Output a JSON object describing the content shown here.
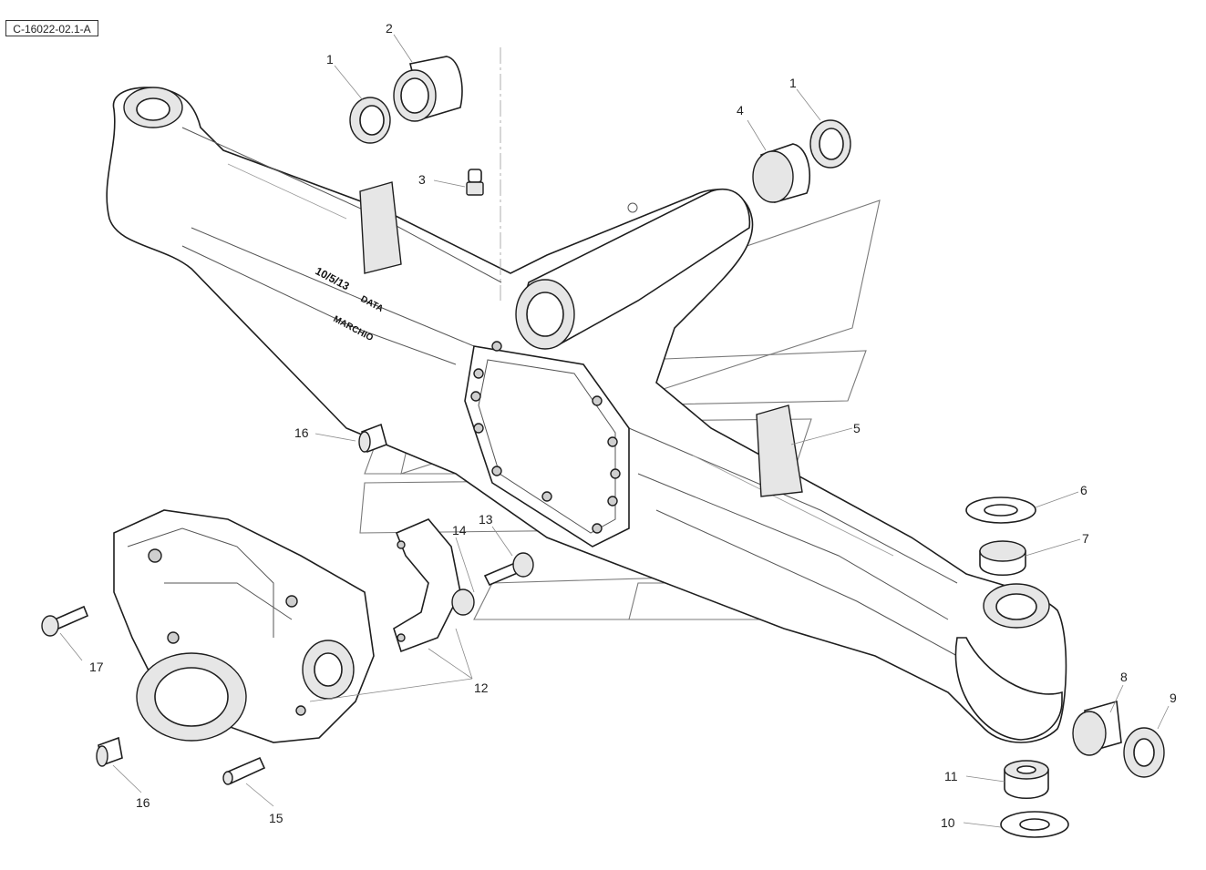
{
  "figure_ref": "C-16022-02.1-A",
  "callouts": [
    "1",
    "2",
    "1",
    "4",
    "3",
    "5",
    "16",
    "6",
    "7",
    "14",
    "13",
    "17",
    "12",
    "8",
    "9",
    "11",
    "16",
    "15",
    "10"
  ],
  "casting_marks": {
    "mark_a": "10/5/13",
    "mark_b": "DATA",
    "mark_c": "MARCHIO"
  }
}
